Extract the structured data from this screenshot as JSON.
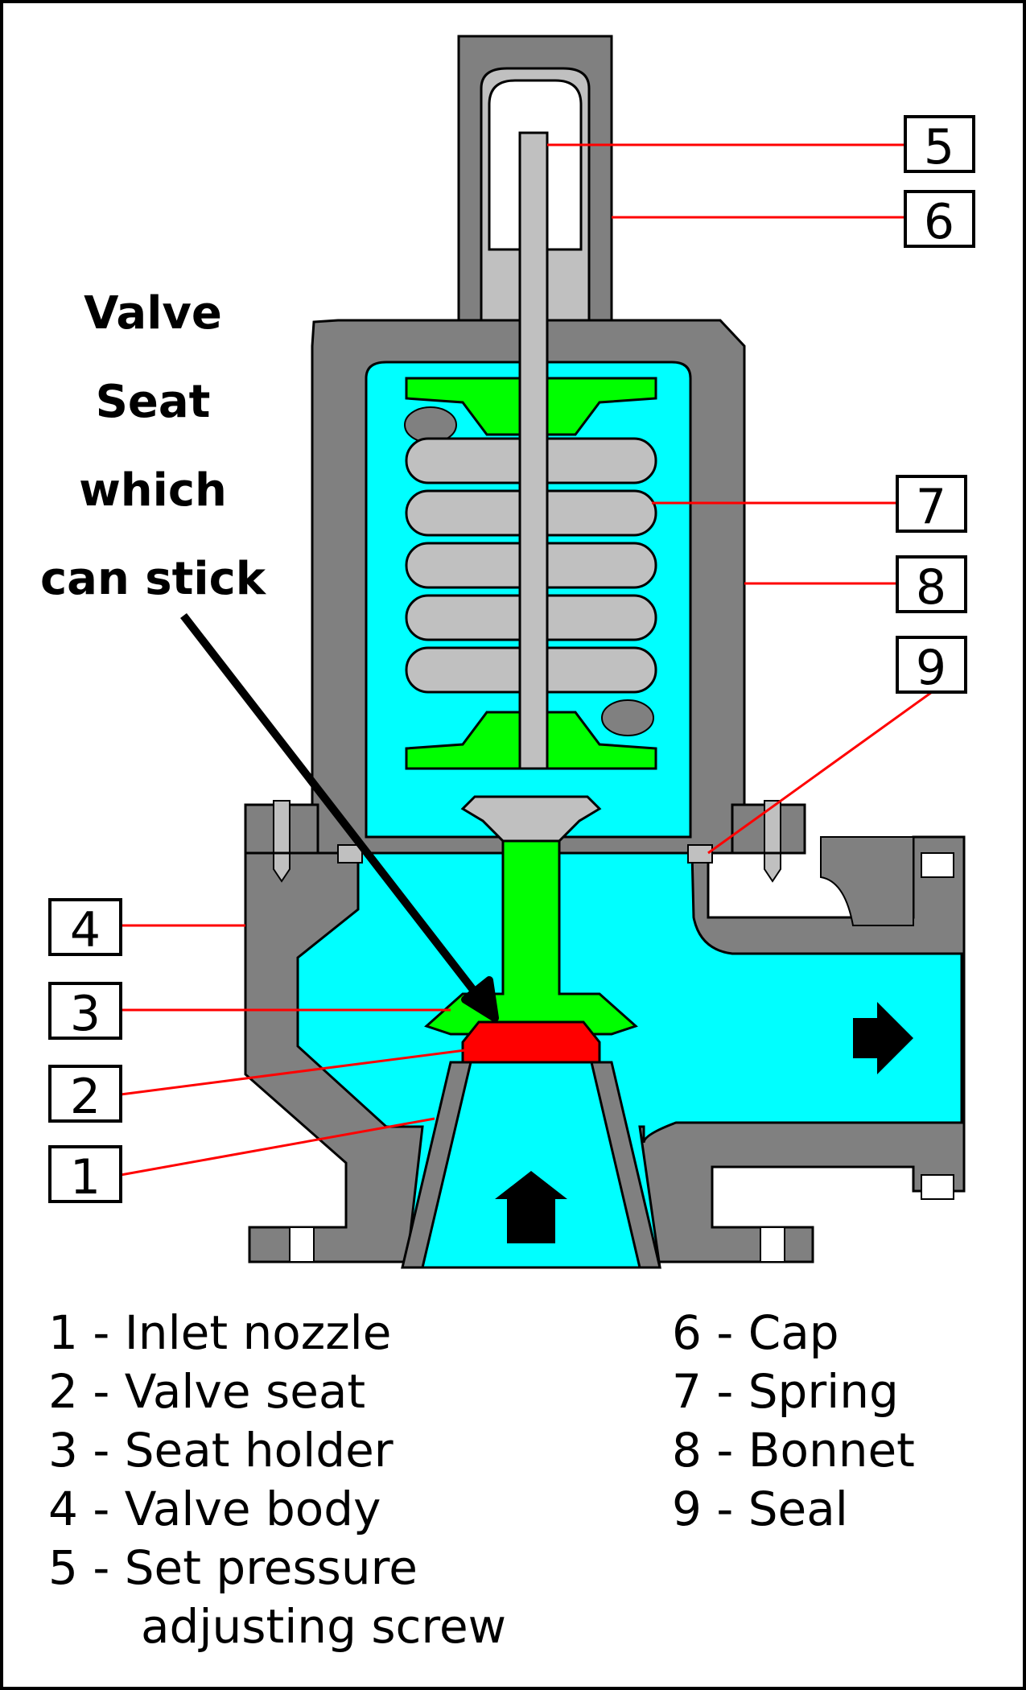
{
  "annotation": {
    "lines": [
      "Valve",
      "Seat",
      "which",
      "can stick"
    ]
  },
  "callouts": [
    {
      "id": "5",
      "label": "5"
    },
    {
      "id": "6",
      "label": "6"
    },
    {
      "id": "7",
      "label": "7"
    },
    {
      "id": "8",
      "label": "8"
    },
    {
      "id": "9",
      "label": "9"
    },
    {
      "id": "4",
      "label": "4"
    },
    {
      "id": "3",
      "label": "3"
    },
    {
      "id": "2",
      "label": "2"
    },
    {
      "id": "1",
      "label": "1"
    }
  ],
  "legend": {
    "left": [
      "1 - Inlet nozzle",
      "2 - Valve seat",
      "3 - Seat holder",
      "4 - Valve body",
      "5 - Set pressure",
      "adjusting screw"
    ],
    "right": [
      "6 - Cap",
      "7 - Spring",
      "8 - Bonnet",
      "9 - Seal"
    ]
  },
  "colors": {
    "fluid": "#00ffff",
    "metal": "#808080",
    "light_metal": "#c0c0c0",
    "green_parts": "#00ff00",
    "seat": "#ff0000",
    "leader": "#ff0000",
    "outline": "#000000"
  }
}
